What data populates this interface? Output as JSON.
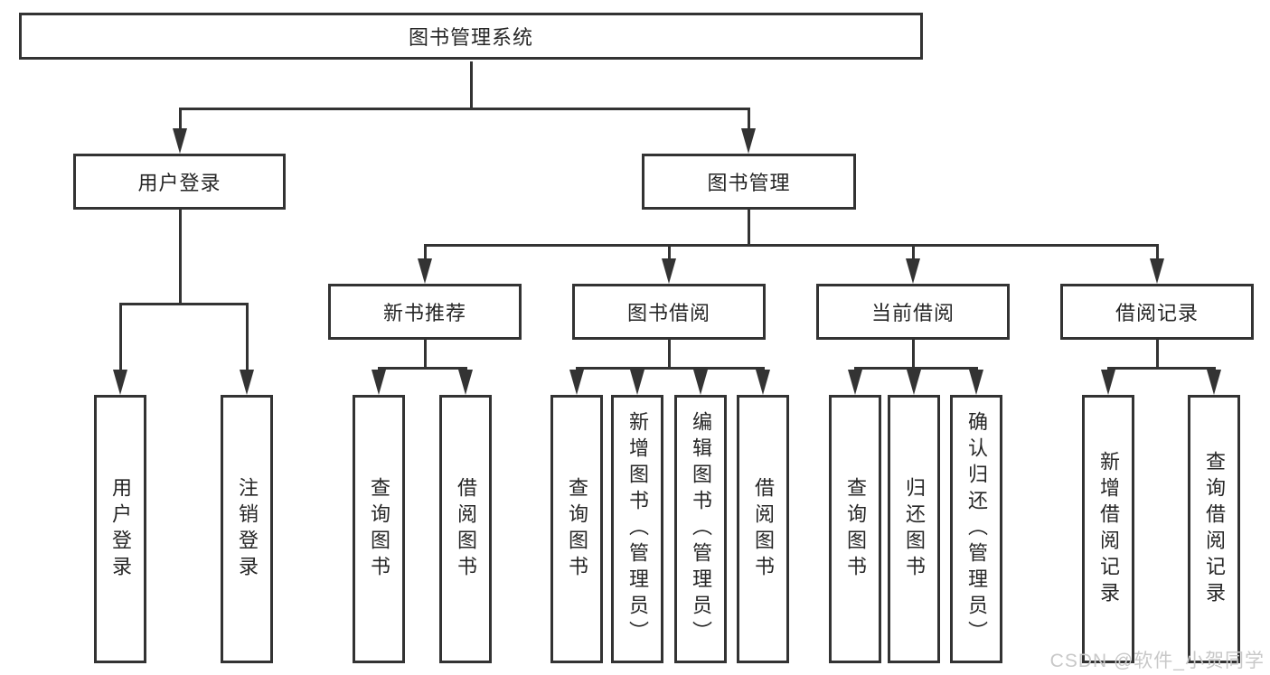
{
  "nodes": {
    "root": "图书管理系统",
    "user_login": "用户登录",
    "book_mgmt": "图书管理",
    "new_book_rec": "新书推荐",
    "book_borrow": "图书借阅",
    "current_borrow": "当前借阅",
    "borrow_records": "借阅记录"
  },
  "leaves": {
    "user_login": "用户登录",
    "logout": "注销登录",
    "rec_query_book": "查询图书",
    "rec_borrow_book": "借阅图书",
    "bor_query_book": "查询图书",
    "bor_add_book": "新增图书（管理员）",
    "bor_edit_book": "编辑图书（管理员）",
    "bor_borrow_book": "借阅图书",
    "cur_query_book": "查询图书",
    "cur_return_book": "归还图书",
    "cur_confirm_return": "确认归还（管理员）",
    "log_add_record": "新增借阅记录",
    "log_query_record": "查询借阅记录"
  },
  "watermark": "CSDN @软件_小贺同学",
  "colors": {
    "line": "#333333",
    "text": "#262626",
    "watermark": "#c8c8c8",
    "background": "#ffffff"
  }
}
